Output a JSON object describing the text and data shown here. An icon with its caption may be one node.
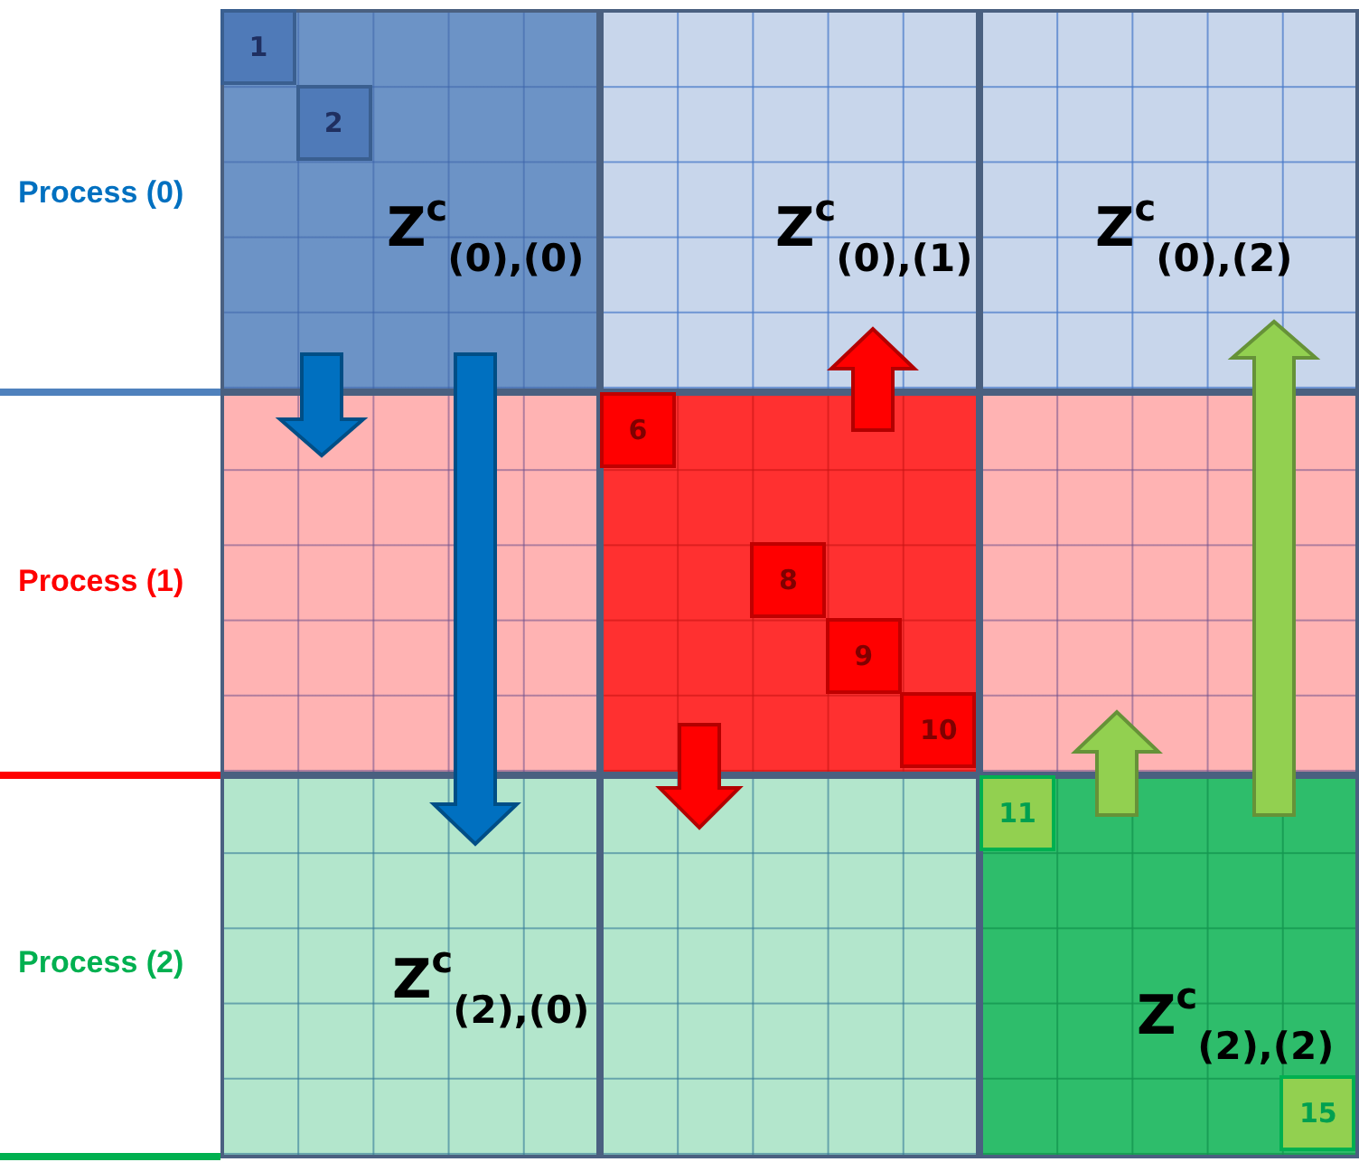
{
  "diagram": {
    "nodes": [
      {
        "text": [
          "Z$^{c}$$_{(0),(0)}$"
        ]
      },
      {
        "text": [
          "1"
        ],
        "in": 0
      },
      {
        "text": [
          "2"
        ],
        "in": 0
      },
      {
        "text": [
          "Z$^{c}$$_{(0),(1)}$"
        ]
      },
      {
        "text": [
          "Z$^{c}$$_{(0),(2)}$"
        ]
      },
      {
        "text": [],
        "shape": "box"
      },
      {
        "text": [],
        "shape": "box"
      },
      {
        "text": [
          "6"
        ],
        "in": 6
      },
      {
        "text": [
          "8"
        ],
        "in": 6
      },
      {
        "text": [
          "9"
        ],
        "in": 6
      },
      {
        "text": [
          "10"
        ],
        "in": 6
      },
      {
        "text": [],
        "shape": "box"
      },
      {
        "text": [
          "Z$^{c}$$_{(2),(0)}$"
        ]
      },
      {
        "text": [],
        "shape": "box"
      },
      {
        "text": [
          "Z$^{c}$$_{(2),(2)}$"
        ]
      },
      {
        "text": [
          "11"
        ],
        "in": 14
      },
      {
        "text": [
          "15"
        ],
        "in": 14
      }
    ],
    "edges": [
      {
        "from": 0,
        "to": 5,
        "arrow": "to",
        "color": "#0070c0"
      },
      {
        "from": 0,
        "to": 12,
        "arrow": "to",
        "color": "#0070c0"
      },
      {
        "from": 6,
        "to": 3,
        "arrow": "to",
        "color": "#ff0000"
      },
      {
        "from": 6,
        "to": 13,
        "arrow": "to",
        "color": "#ff0000"
      },
      {
        "from": 14,
        "to": 11,
        "arrow": "to",
        "color": "#92d050"
      },
      {
        "from": 14,
        "to": 4,
        "arrow": "to",
        "color": "#92d050"
      }
    ],
    "labels": [
      "Process (0)",
      "Process (1)",
      "Process (2)"
    ]
  }
}
